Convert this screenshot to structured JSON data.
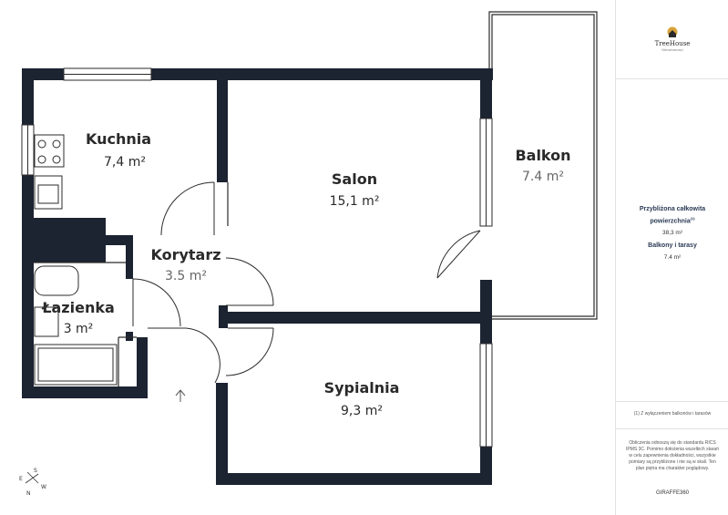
{
  "rooms": {
    "kitchen": {
      "name": "Kuchnia",
      "area": "7,4 m²"
    },
    "living": {
      "name": "Salon",
      "area": "15,1 m²"
    },
    "balcony": {
      "name": "Balkon",
      "area": "7.4 m²"
    },
    "corridor": {
      "name": "Korytarz",
      "area": "3.5 m²"
    },
    "bathroom": {
      "name": "Łazienka",
      "area": "3 m²"
    },
    "bedroom": {
      "name": "Sypialnia",
      "area": "9,3 m²"
    }
  },
  "compass": {
    "n": "N",
    "e": "E",
    "s": "S",
    "w": "W"
  },
  "panel": {
    "logo_name": "TreeHouse",
    "logo_sub": "Nieruchomości",
    "total_title": "Przybliżona całkowita powierzchnia",
    "total_note_mark": "(1)",
    "total_value": "38,3 m²",
    "balcony_title": "Balkony i tarasy",
    "balcony_value": "7.4 m²",
    "footnote": "(1) Z wyłączeniem balkonów i tarasów",
    "disclaimer": "Obliczenia odnoszą się do standardu RICS IPMS 3C. Pomimo dołożenia wszelkich starań w celu zapewnienia dokładności, wszystkie pomiary są przybliżone i nie są w skali. Ten plan piętra ma charakter poglądowy.",
    "brand": "GIRAFFE360"
  },
  "colors": {
    "wall": "#1c2331",
    "thin": "#2b2b2b",
    "text": "#2a2a2a"
  }
}
